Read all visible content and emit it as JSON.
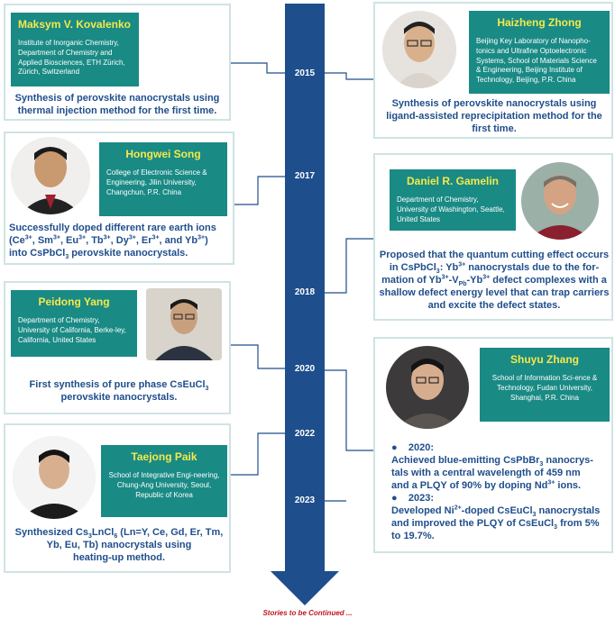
{
  "years": [
    "2015",
    "2017",
    "2018",
    "2020",
    "2022",
    "2023"
  ],
  "footer": "Stories to be Continued ...",
  "colors": {
    "timeline": "#1f4e8c",
    "name_bg": "#1a8a85",
    "name_text": "#f5e94a",
    "desc_text": "#1f4e8c",
    "card_border": "#cfe3e4"
  },
  "cards": {
    "kovalenko": {
      "name": "Maksym V. Kovalenko",
      "affiliation": "Institute of Inorganic Chemistry, Department of Chemistry and Applied Biosciences, ETH Zürich, Zürich, Switzerland",
      "desc": "Synthesis of perovskite nanocrystals using thermal injection method for the first time."
    },
    "zhong": {
      "name": "Haizheng Zhong",
      "affiliation": "Beijing Key Laboratory of Nanopho-tonics and Ultrafine Optoelectronic Systems, School of Materials Science & Engineering, Beijing Institute of Technology, Beijing, P.R. China",
      "desc": "Synthesis of perovskite nanocrystals using ligand-assisted reprecipitation method for the first time."
    },
    "song": {
      "name": "Hongwei Song",
      "affiliation": "College of Electronic Science & Engineering, Jilin University, Changchun, P.R. China",
      "desc_1": "Successfully doped different rare earth ions",
      "desc_2a": "(Ce",
      "desc_2b": ", Sm",
      "desc_2c": ", Eu",
      "desc_2d": ", Tb",
      "desc_2e": ", Dy",
      "desc_2f": ", Er",
      "desc_2g": ", and Yb",
      "desc_2h": ")",
      "sup3": "3+",
      "desc_3a": "into CsPbCl",
      "desc_3b": " perovskite nanocrystals.",
      "sub3": "3"
    },
    "gamelin": {
      "name": "Daniel R. Gamelin",
      "affiliation": "Department of Chemistry, University of Washington, Seattle, United States",
      "desc_1": "Proposed that the quantum cutting effect occurs",
      "desc_2a": "in CsPbCl",
      "desc_2b": ": Yb",
      "desc_2c": " nanocrystals due to the for-",
      "desc_3a": "mation of Yb",
      "desc_3b": "-V",
      "desc_3c": "-Yb",
      "desc_3d": " defect complexes with a",
      "sub_pb": "Pb",
      "desc_4": "shallow defect energy level that can trap carriers",
      "desc_5": "and excite the defect states."
    },
    "yang": {
      "name": "Peidong Yang",
      "affiliation": "Department of Chemistry, University of California, Berke-ley, California, United States",
      "desc_1a": "First synthesis of pure phase CsEuCl",
      "desc_2": "perovskite nanocrystals."
    },
    "zhang": {
      "name": "Shuyu Zhang",
      "affiliation": "School of Information Sci-ence & Technology, Fudan University, Shanghai, P.R. China",
      "y1": "2020:",
      "l1": "Achieved blue-emitting CsPbBr",
      "l1b": " nanocrys-",
      "l2": "tals with a central wavelength of 459 nm",
      "l3a": "and a PLQY of 90% by doping Nd",
      "l3b": " ions.",
      "y2": "2023:",
      "l4a": "Developed Ni",
      "l4b": "-doped CsEuCl",
      "l4c": " nanocrystals",
      "l5": "and improved the PLQY of CsEuCl",
      "l5b": " from 5%",
      "l6": "to 19.7%.",
      "sup2": "2+",
      "sup3": "3+",
      "sub3": "3"
    },
    "paik": {
      "name": "Taejong Paik",
      "affiliation": "School of Integrative Engi-neering, Chung-Ang University, Seoul, Republic of Korea",
      "d1a": "Synthesized Cs",
      "d1b": "LnCl",
      "d1c": " (Ln=Y, Ce, Gd, Er, Tm,",
      "s3": "3",
      "s6": "6",
      "d2": "Yb, Eu, Tb) nanocrystals using",
      "d3": "heating-up method."
    }
  }
}
